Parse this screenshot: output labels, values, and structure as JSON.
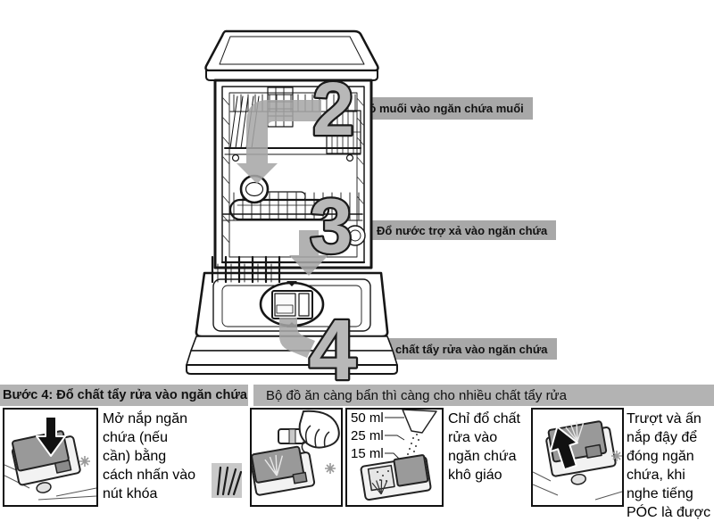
{
  "colors": {
    "header_bar_bg": "#b3b3b3",
    "callout_label_bg": "#a8a8a8",
    "callout_band": "#a7a7a7",
    "number_fill": "#b8b8b8",
    "number_outline": "#1a1a1a",
    "line_art": "#161616"
  },
  "diagram": {
    "callouts": [
      {
        "number": "2",
        "label": "Bỏ muối vào ngăn chứa muối"
      },
      {
        "number": "3",
        "label": "Đổ nước trợ xả vào ngăn chứa"
      },
      {
        "number": "4",
        "label": "Đổ chất tẩy rửa vào ngăn chứa"
      }
    ]
  },
  "step_section": {
    "header_title": "Bước 4: Đổ chất tẩy rửa vào ngăn chứa",
    "header_note": "Bộ đồ ăn càng bẩn thì càng cho nhiều chất tẩy rửa",
    "panels": [
      {
        "id": "open-lid",
        "caption": "Mở nắp ngăn\nchứa (nếu\ncần) bằng\ncách nhấn vào\nnút khóa"
      },
      {
        "id": "dosage",
        "measurements": [
          "50 ml",
          "25 ml",
          "15 ml"
        ],
        "caption": "Chỉ đổ chất\nrửa vào\nngăn chứa\nkhô giáo"
      },
      {
        "id": "close-lid",
        "caption": "Trượt và ấn\nnắp đậy để\nđóng ngăn\nchứa, khi\nnghe tiếng\nPÓC là được"
      }
    ]
  },
  "icons": {
    "open_panel_arrow": "down-arrow",
    "close_panel_arrow": "up-arrow",
    "gesture_icon": "press-lines"
  }
}
